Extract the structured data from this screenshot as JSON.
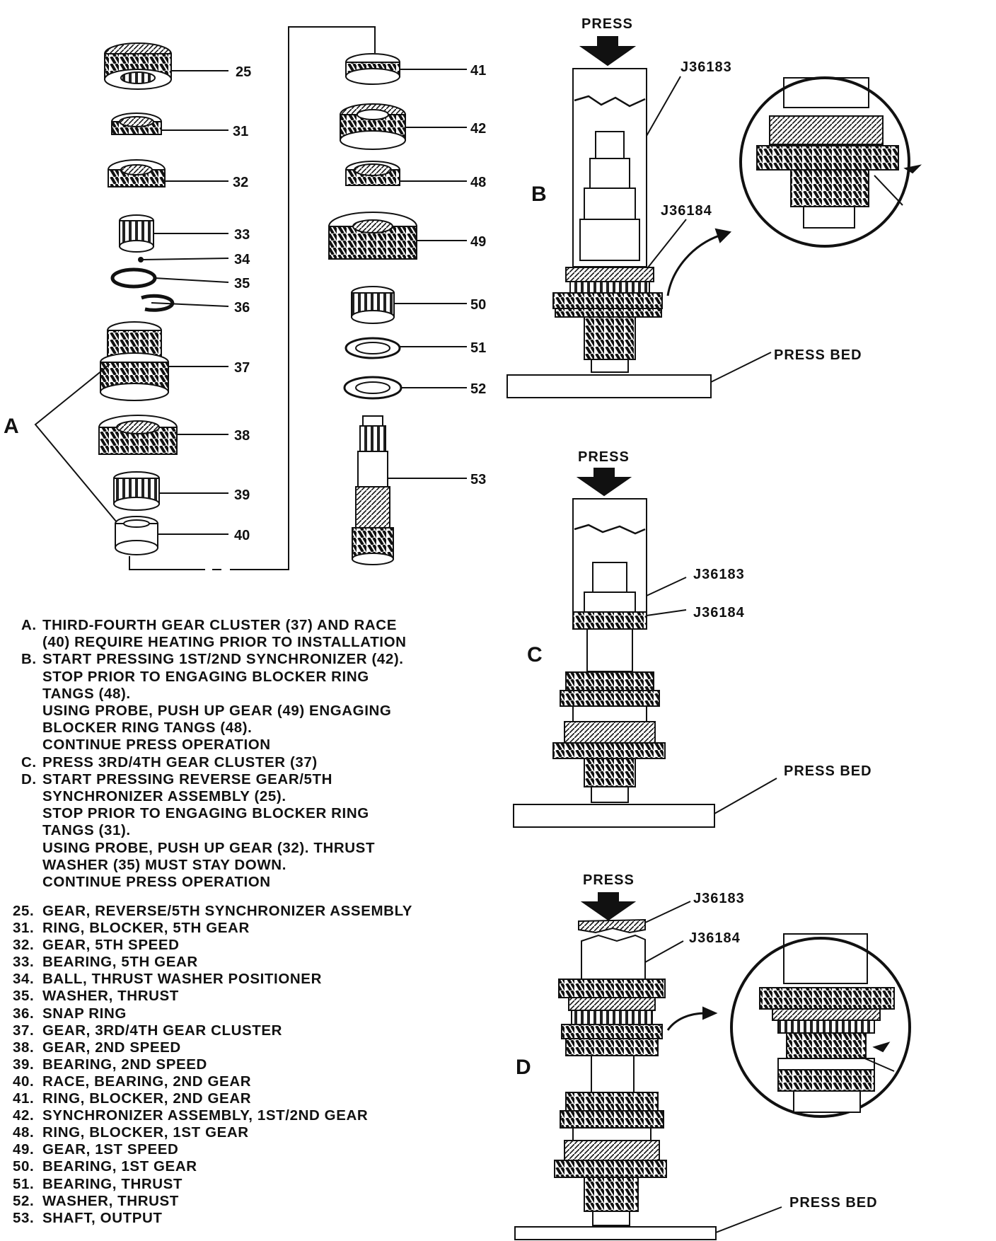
{
  "figure": {
    "part_numbers": [
      "25",
      "31",
      "32",
      "33",
      "34",
      "35",
      "36",
      "37",
      "38",
      "39",
      "40",
      "41",
      "42",
      "48",
      "49",
      "50",
      "51",
      "52",
      "53"
    ],
    "step_labels": {
      "a": "A",
      "b": "B",
      "c": "C",
      "d": "D"
    },
    "press_label": "PRESS",
    "press_bed_label": "PRESS BED",
    "tool_1": "J36183",
    "tool_2": "J36184"
  },
  "notes": [
    {
      "letter": "A.",
      "text": "THIRD-FOURTH GEAR CLUSTER (37) AND RACE\n(40) REQUIRE HEATING PRIOR TO INSTALLATION"
    },
    {
      "letter": "B.",
      "text": "START PRESSING 1ST/2ND SYNCHRONIZER (42).\nSTOP PRIOR TO ENGAGING BLOCKER RING\nTANGS (48).\nUSING PROBE, PUSH UP GEAR (49) ENGAGING\nBLOCKER RING TANGS (48).\nCONTINUE PRESS OPERATION"
    },
    {
      "letter": "C.",
      "text": "PRESS 3RD/4TH GEAR CLUSTER (37)"
    },
    {
      "letter": "D.",
      "text": "START PRESSING REVERSE GEAR/5TH\nSYNCHRONIZER ASSEMBLY (25).\nSTOP PRIOR TO ENGAGING BLOCKER RING\nTANGS (31).\nUSING PROBE, PUSH UP GEAR (32). THRUST\nWASHER (35) MUST STAY DOWN.\nCONTINUE PRESS OPERATION"
    }
  ],
  "legend": [
    {
      "num": "25.",
      "text": "GEAR, REVERSE/5TH SYNCHRONIZER ASSEMBLY"
    },
    {
      "num": "31.",
      "text": "RING, BLOCKER, 5TH GEAR"
    },
    {
      "num": "32.",
      "text": "GEAR, 5TH SPEED"
    },
    {
      "num": "33.",
      "text": "BEARING, 5TH GEAR"
    },
    {
      "num": "34.",
      "text": "BALL, THRUST WASHER POSITIONER"
    },
    {
      "num": "35.",
      "text": "WASHER, THRUST"
    },
    {
      "num": "36.",
      "text": "SNAP RING"
    },
    {
      "num": "37.",
      "text": "GEAR, 3RD/4TH GEAR CLUSTER"
    },
    {
      "num": "38.",
      "text": "GEAR, 2ND SPEED"
    },
    {
      "num": "39.",
      "text": "BEARING, 2ND SPEED"
    },
    {
      "num": "40.",
      "text": "RACE, BEARING, 2ND GEAR"
    },
    {
      "num": "41.",
      "text": "RING, BLOCKER, 2ND GEAR"
    },
    {
      "num": "42.",
      "text": "SYNCHRONIZER ASSEMBLY, 1ST/2ND GEAR"
    },
    {
      "num": "48.",
      "text": "RING, BLOCKER, 1ST GEAR"
    },
    {
      "num": "49.",
      "text": "GEAR, 1ST SPEED"
    },
    {
      "num": "50.",
      "text": "BEARING, 1ST GEAR"
    },
    {
      "num": "51.",
      "text": "BEARING, THRUST"
    },
    {
      "num": "52.",
      "text": "WASHER, THRUST"
    },
    {
      "num": "53.",
      "text": "SHAFT, OUTPUT"
    }
  ]
}
